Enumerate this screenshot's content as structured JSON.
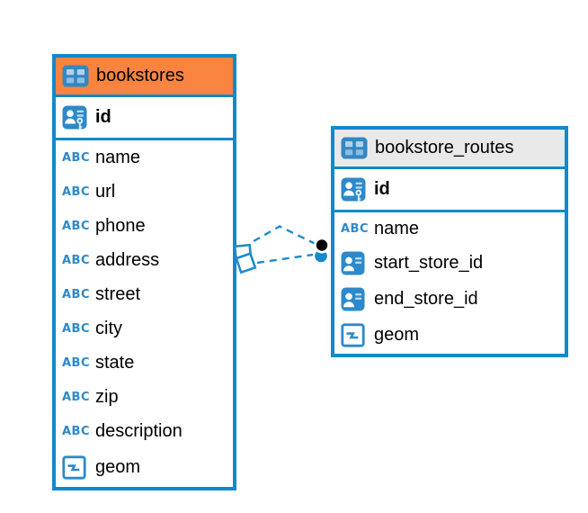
{
  "diagram": {
    "colors": {
      "accent_blue": "#1289cb",
      "icon_blue": "#2d89ca",
      "bookstores_header_orange": "#f9843f",
      "routes_header_gray": "#e9e9e9",
      "connector_dot_black": "#000000",
      "connector_line_blue": "#1b8ccd"
    },
    "text_type_icon_label": "ABC",
    "tables": [
      {
        "name": "bookstores",
        "header_style": "orange",
        "columns": [
          {
            "name": "id",
            "type_icon": "primary-key",
            "primary": true
          },
          {
            "name": "name",
            "type_icon": "text"
          },
          {
            "name": "url",
            "type_icon": "text"
          },
          {
            "name": "phone",
            "type_icon": "text"
          },
          {
            "name": "address",
            "type_icon": "text"
          },
          {
            "name": "street",
            "type_icon": "text"
          },
          {
            "name": "city",
            "type_icon": "text"
          },
          {
            "name": "state",
            "type_icon": "text"
          },
          {
            "name": "zip",
            "type_icon": "text"
          },
          {
            "name": "description",
            "type_icon": "text"
          },
          {
            "name": "geom",
            "type_icon": "geometry"
          }
        ]
      },
      {
        "name": "bookstore_routes",
        "header_style": "gray",
        "columns": [
          {
            "name": "id",
            "type_icon": "primary-key",
            "primary": true
          },
          {
            "name": "name",
            "type_icon": "text"
          },
          {
            "name": "start_store_id",
            "type_icon": "reference"
          },
          {
            "name": "end_store_id",
            "type_icon": "reference"
          },
          {
            "name": "geom",
            "type_icon": "geometry"
          }
        ]
      }
    ],
    "relationships": [
      {
        "from_table": "bookstores",
        "to_table": "bookstore_routes",
        "shape": "bent"
      },
      {
        "from_table": "bookstores",
        "to_table": "bookstore_routes",
        "shape": "straight"
      }
    ]
  }
}
